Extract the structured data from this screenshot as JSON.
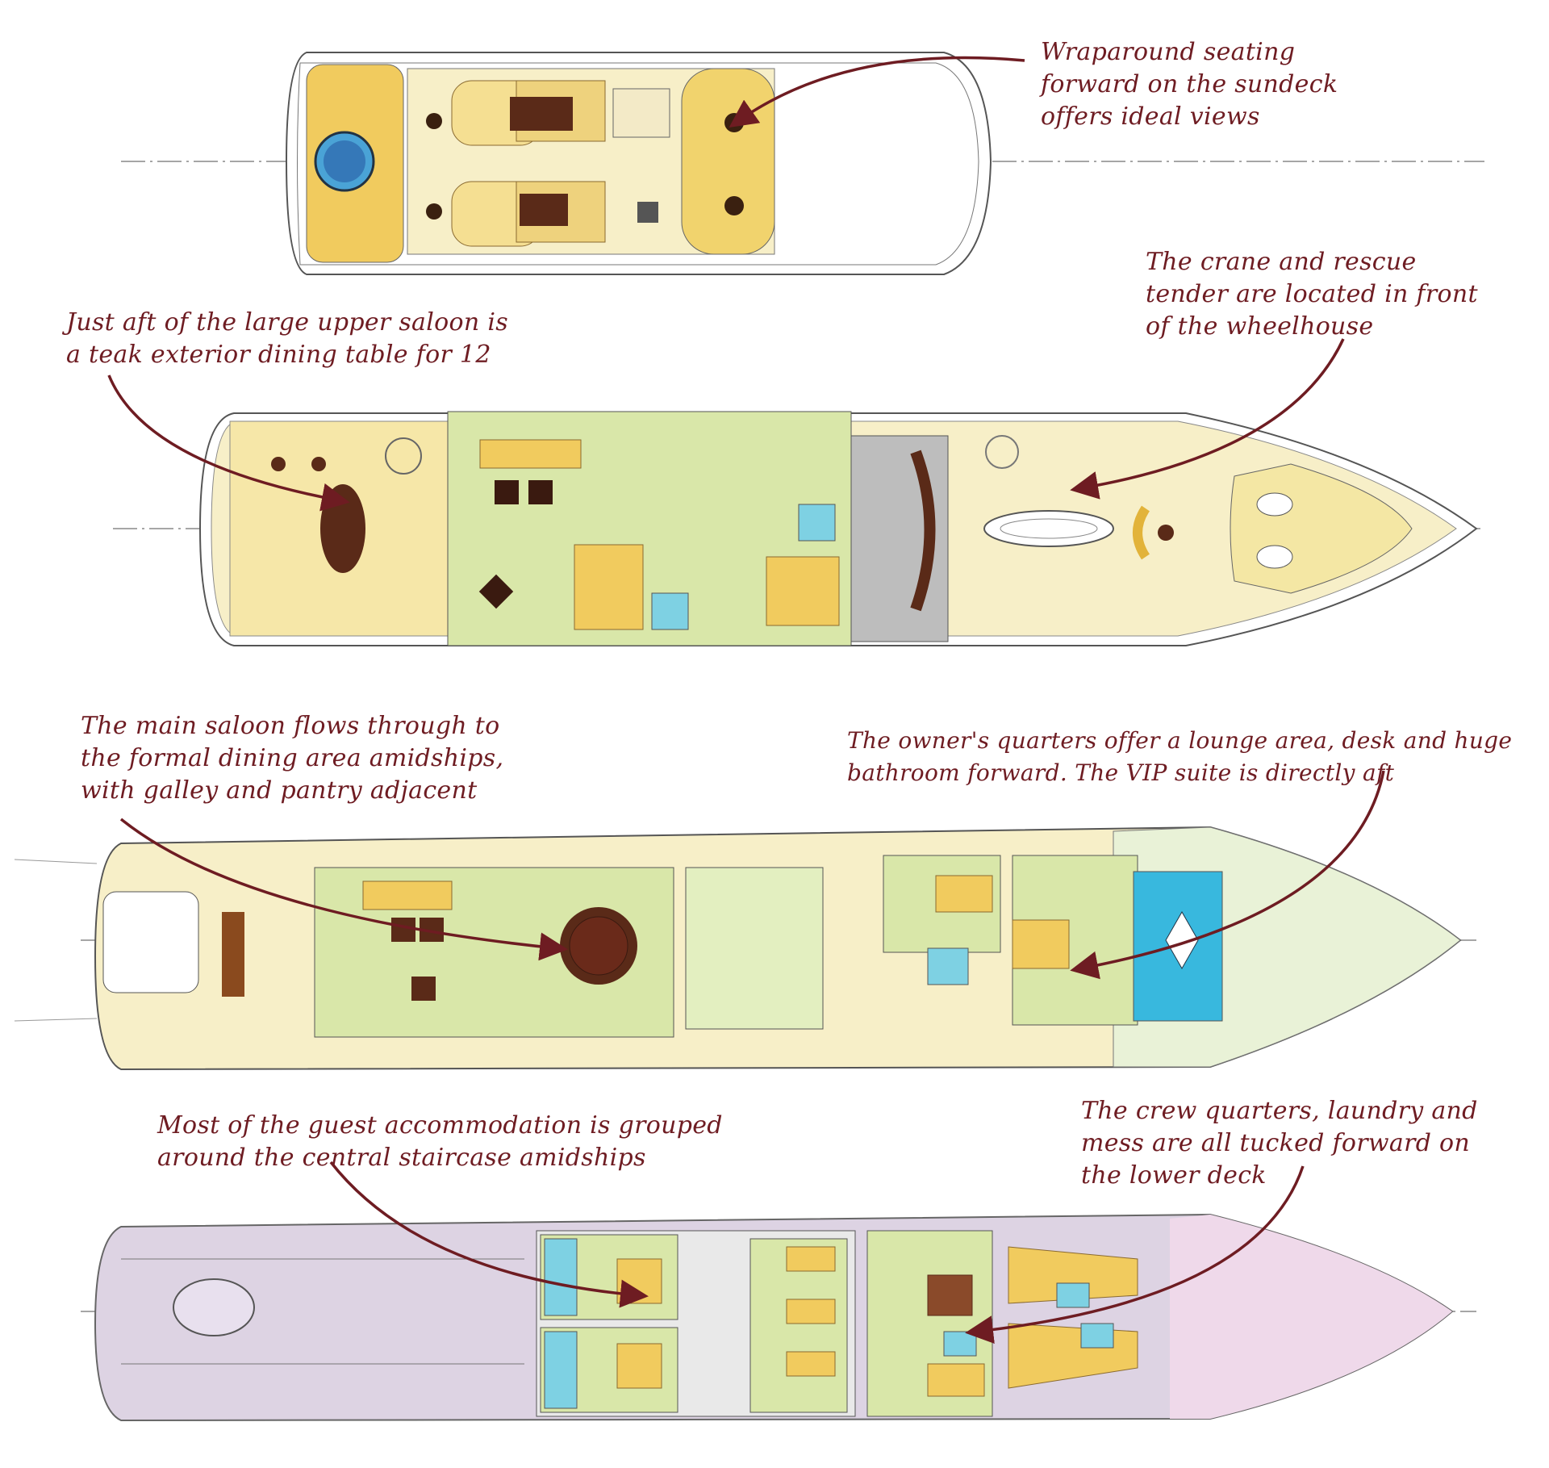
{
  "annotations": {
    "sundeck": "Wraparound seating\nforward on the sundeck\noffers ideal views",
    "upper_dining": "Just aft of the large upper saloon is\na teak exterior dining table for 12",
    "crane": "The crane and rescue\ntender are located in front\nof the wheelhouse",
    "main_saloon": "The main saloon flows through to\nthe formal dining area amidships,\nwith galley and pantry adjacent",
    "owners": "The owner's quarters offer a lounge area, desk and huge\nbathroom forward. The VIP suite is directly aft",
    "guest": "Most of the guest accommodation is grouped\naround the central staircase amidships",
    "crew": "The crew quarters, laundry and\nmess are all tucked forward on\nthe lower deck"
  },
  "colors": {
    "annotation_ink": "#6e1c22",
    "yellow_deck": "#f5df92",
    "cream_deck": "#f7efc8",
    "green_room": "#d9e7a9",
    "blue_bath": "#7ed1e3",
    "brown_furniture": "#5a2a18",
    "lower_hull": "#ddd3e3",
    "pool": "#4aa3d6"
  }
}
